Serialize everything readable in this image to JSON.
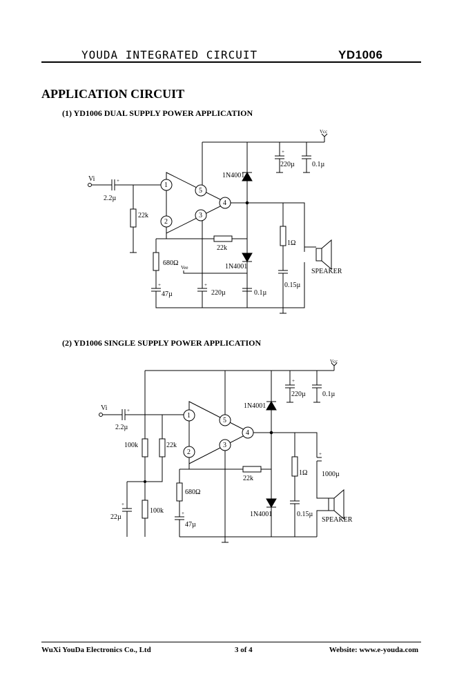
{
  "header": {
    "company": "YOUDA INTEGRATED CIRCUIT",
    "part": "YD1006"
  },
  "section_title": "APPLICATION CIRCUIT",
  "dual": {
    "title": "(1) YD1006 DUAL SUPPLY POWER APPLICATION",
    "vcc": "Vcc",
    "vee": "Vee",
    "vi": "Vi",
    "c_in": "2.2µ",
    "r_in": "22k",
    "r_fb": "22k",
    "r_680": "680Ω",
    "c_47": "47µ",
    "c_220_bot": "220µ",
    "c_01_bot": "0.1µ",
    "c_220_top": "220µ",
    "c_01_top": "0.1µ",
    "d_top": "1N4001",
    "d_bot": "1N4001",
    "r_1": "1Ω",
    "c_015": "0.15µ",
    "speaker": "SPEAKER",
    "pins": [
      "1",
      "2",
      "3",
      "4",
      "5"
    ]
  },
  "single": {
    "title": "(2) YD1006 SINGLE SUPPLY POWER APPLICATION",
    "vcc": "Vcc",
    "vi": "Vi",
    "c_in": "2.2µ",
    "r_100a": "100k",
    "r_100b": "100k",
    "r_22k_in": "22k",
    "r_fb": "22k",
    "r_680": "680Ω",
    "c_47": "47µ",
    "c_22": "22µ",
    "c_220_top": "220µ",
    "c_01_top": "0.1µ",
    "d_top": "1N4001",
    "d_bot": "1N4001",
    "r_1": "1Ω",
    "c_015": "0.15µ",
    "c_1000": "1000µ",
    "speaker": "SPEAKER",
    "pins": [
      "1",
      "2",
      "3",
      "4",
      "5"
    ]
  },
  "footer": {
    "company": "WuXi YouDa Electronics Co., Ltd",
    "page": "3 of 4",
    "website": "Website: www.e-youda.com"
  }
}
